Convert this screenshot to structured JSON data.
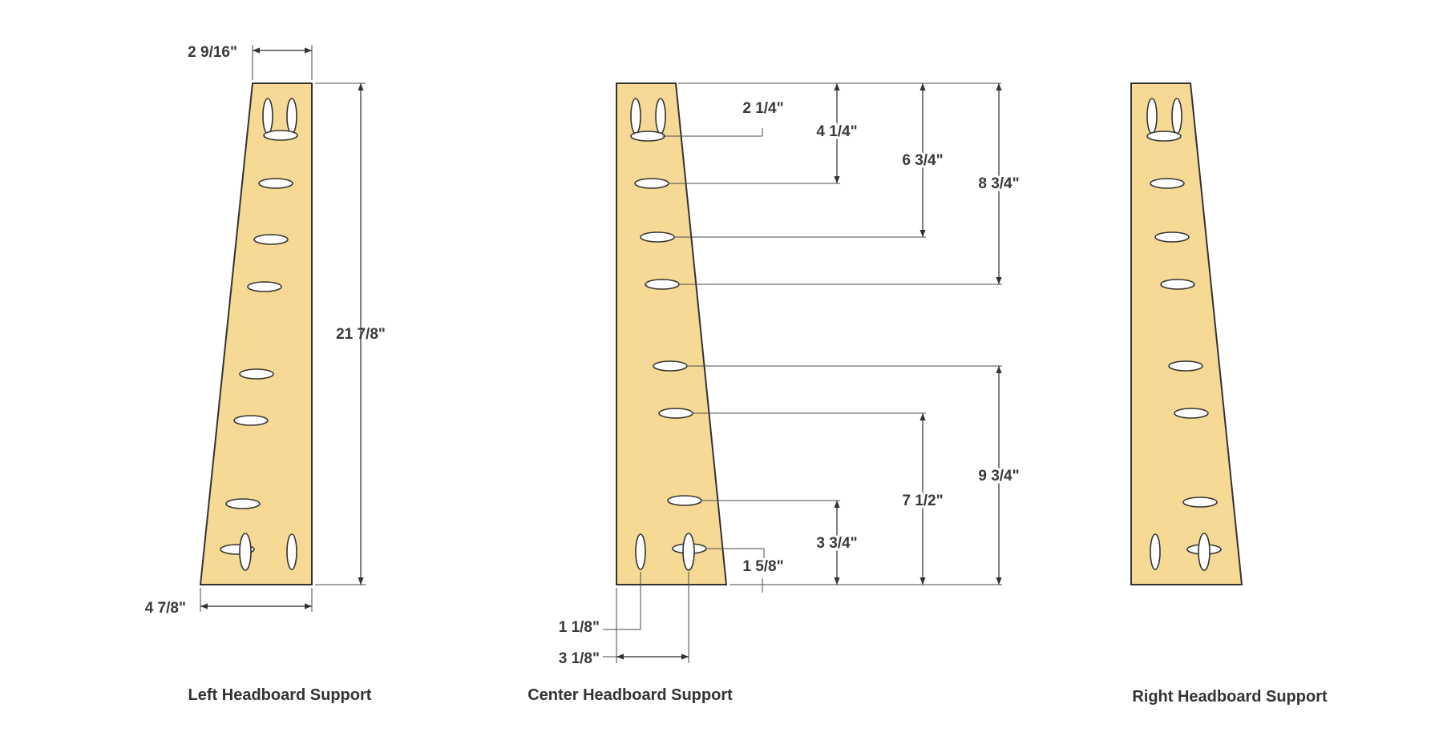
{
  "colors": {
    "board_fill": "#f5d995",
    "outline": "#333333",
    "hole_fill": "#ffffff"
  },
  "captions": {
    "left": "Left Headboard Support",
    "center": "Center  Headboard Support",
    "right": "Right Headboard Support"
  },
  "dimensions": {
    "left_top_width": "2 9/16\"",
    "left_height": "21 7/8\"",
    "left_bottom_width": "4 7/8\"",
    "center_d1": "2 1/4\"",
    "center_d2": "4 1/4\"",
    "center_d3": "6 3/4\"",
    "center_d4": "8 3/4\"",
    "center_d5": "9 3/4\"",
    "center_d6": "7 1/2\"",
    "center_d7": "3 3/4\"",
    "center_d8": "1 5/8\"",
    "center_d9": "1 1/8\"",
    "center_d10": "3 1/8\""
  }
}
